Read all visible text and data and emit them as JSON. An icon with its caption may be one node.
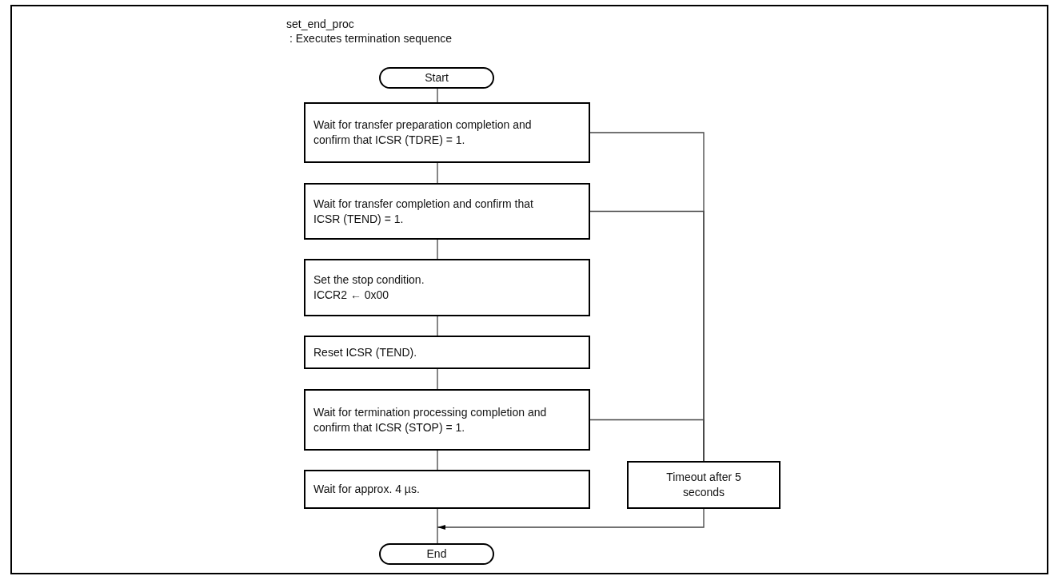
{
  "diagram": {
    "nodes": [
      {
        "text": [
          "Start"
        ]
      },
      {
        "text": [
          "Wait for transfer preparation completion and confirm that ICSR (TDRE) = 1."
        ]
      },
      {
        "text": [
          "Wait for transfer completion and confirm that ICSR (TEND) = 1."
        ]
      },
      {
        "text": [
          "Set the stop condition. ICCR2 ← 0x00"
        ]
      },
      {
        "text": [
          "Reset ICSR (TEND)."
        ]
      },
      {
        "text": [
          "Wait for termination processing completion and confirm that ICSR (STOP) = 1."
        ]
      },
      {
        "text": [
          "Wait for approx. 4 µs."
        ]
      },
      {
        "text": [
          "Timeout after 5 seconds"
        ]
      },
      {
        "text": [
          "End"
        ]
      }
    ],
    "edges": [
      {
        "from": 0,
        "to": 1,
        "arrow": "none"
      },
      {
        "from": 1,
        "to": 2,
        "arrow": "none"
      },
      {
        "from": 2,
        "to": 3,
        "arrow": "none"
      },
      {
        "from": 3,
        "to": 4,
        "arrow": "none"
      },
      {
        "from": 4,
        "to": 5,
        "arrow": "none"
      },
      {
        "from": 5,
        "to": 6,
        "arrow": "none"
      },
      {
        "from": 6,
        "to": 8,
        "arrow": "none"
      },
      {
        "from": 1,
        "to": 7,
        "arrow": "none"
      },
      {
        "from": 2,
        "to": 7,
        "arrow": "none"
      },
      {
        "from": 5,
        "to": 7,
        "arrow": "none"
      },
      {
        "from": 7,
        "to": 8,
        "arrow": "to"
      }
    ],
    "labels": [
      "set_end_proc",
      ": Executes termination sequence"
    ]
  }
}
